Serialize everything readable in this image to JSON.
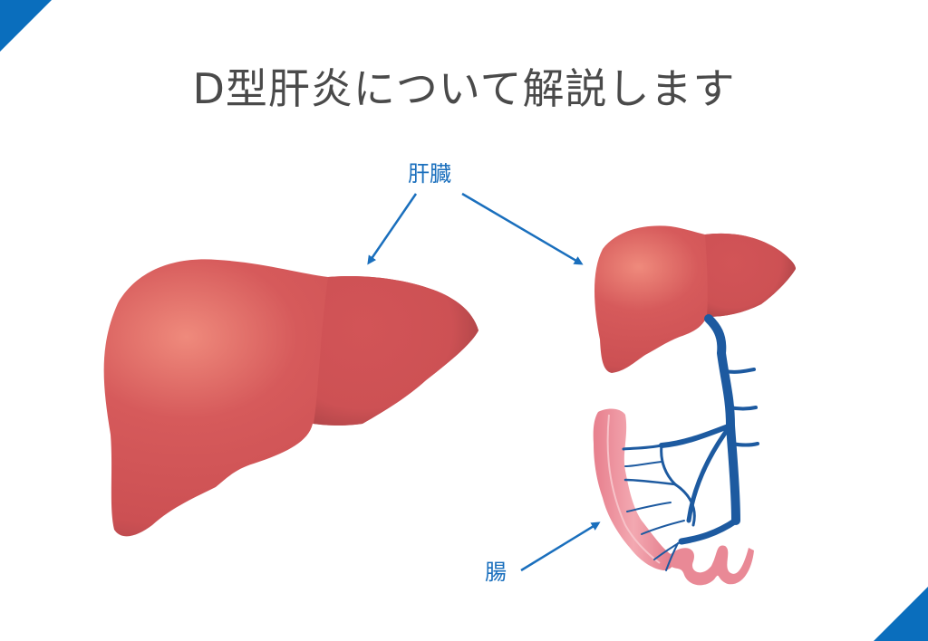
{
  "slide": {
    "title": "D型肝炎について解説します",
    "labels": {
      "liver": "肝臓",
      "intestine": "腸"
    }
  },
  "colors": {
    "accent": "#0a6ebd",
    "title_text": "#4a4a4a",
    "label_text": "#1a6fbd",
    "liver": "#cf5356",
    "liver_highlight": "#ef8a7c",
    "liver_shadow": "#983c3e",
    "vein": "#1d5aa0",
    "intestine": "#eb8f9b"
  },
  "illustrations": [
    {
      "name": "liver-large",
      "description": "liver illustration"
    },
    {
      "name": "liver-with-portal-vein",
      "description": "liver with portal vein connected to intestine"
    }
  ]
}
